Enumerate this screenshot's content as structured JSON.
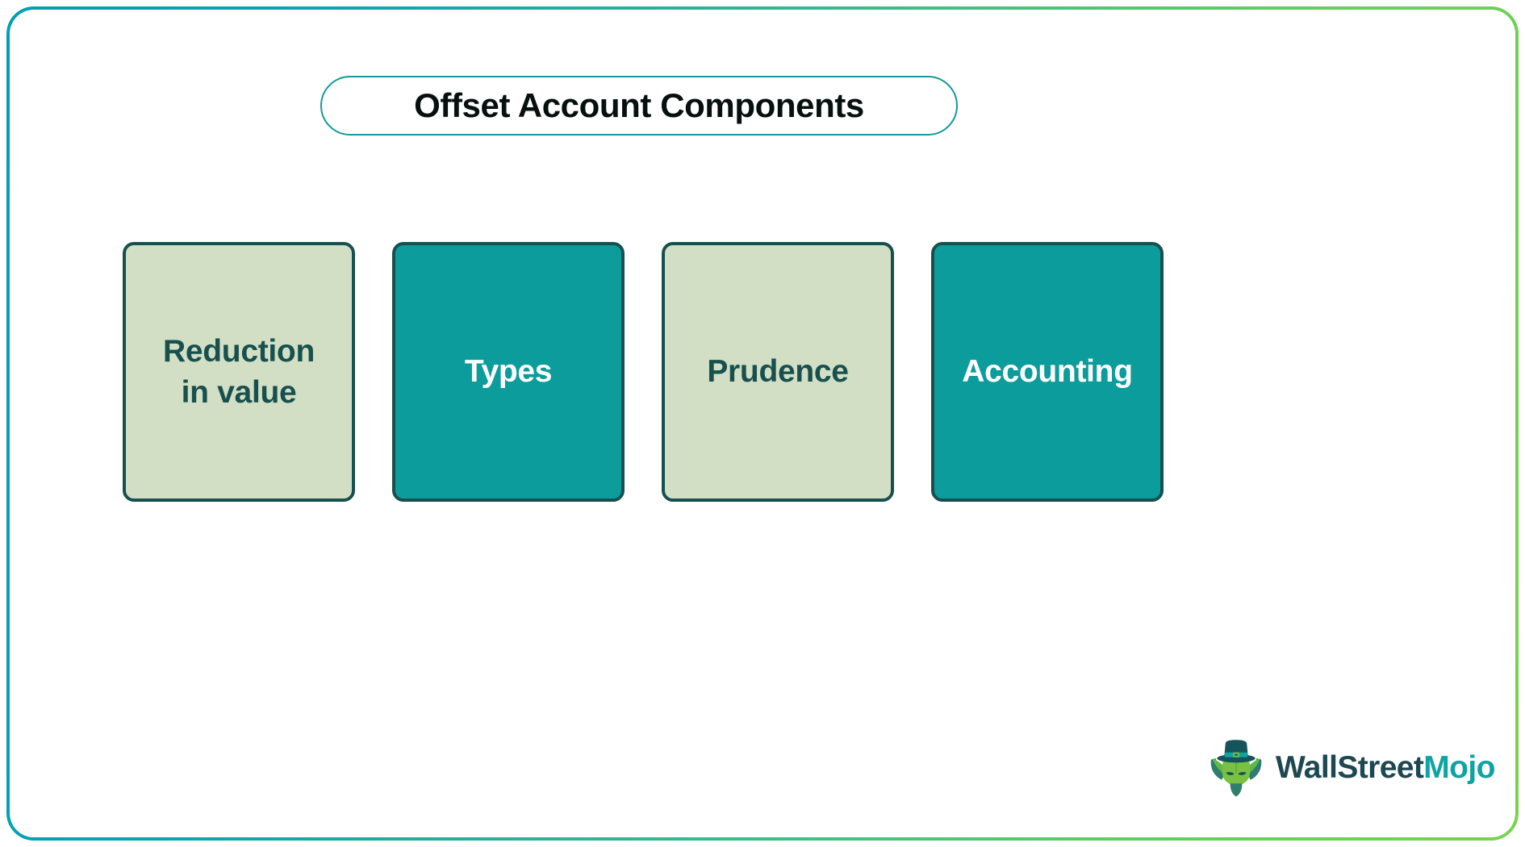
{
  "page": {
    "background": "#ffffff",
    "border_gradient_from": "#00a0b4",
    "border_gradient_to": "#78d44f"
  },
  "header": {
    "title": "Offset Account Components",
    "pill_border_color": "#139a9a",
    "title_color": "#06100e"
  },
  "cards": [
    {
      "label": "Reduction\nin value",
      "line1": "Reduction",
      "line2": "in value",
      "style": "sage",
      "fill": "#d3dfc4",
      "border": "#17504e",
      "text_color": "#17504e"
    },
    {
      "label": "Types",
      "line1": "Types",
      "line2": "",
      "style": "teal",
      "fill": "#0d9c9c",
      "border": "#17504e",
      "text_color": "#ffffff"
    },
    {
      "label": "Prudence",
      "line1": "Prudence",
      "line2": "",
      "style": "sage",
      "fill": "#d3dfc4",
      "border": "#17504e",
      "text_color": "#17504e"
    },
    {
      "label": "Accounting",
      "line1": "Accounting",
      "line2": "",
      "style": "teal",
      "fill": "#0d9c9c",
      "border": "#17504e",
      "text_color": "#ffffff"
    }
  ],
  "logo": {
    "icon": "wallstreetmojo-bull-mascot-icon",
    "word_part1": "WallStreet",
    "word_part2": "Mojo",
    "part1_color": "#1d4852",
    "part2_color": "#0fa3a3",
    "hat_color": "#16545c",
    "bull_color": "#7ac143",
    "horn_color": "#1d6b63"
  }
}
